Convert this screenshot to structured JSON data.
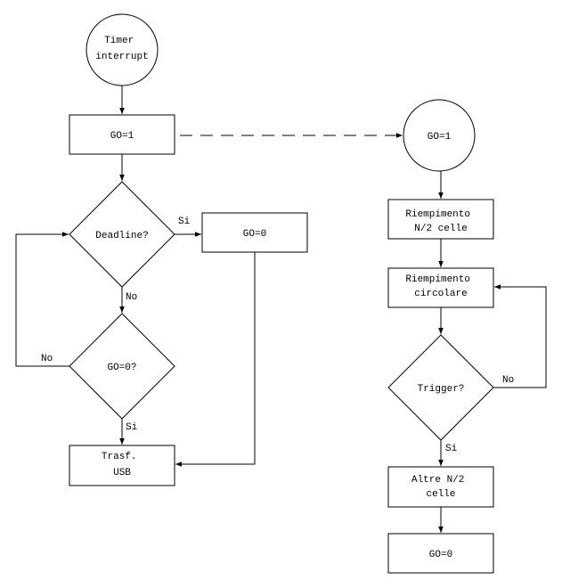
{
  "left_flow": {
    "start": [
      "Timer",
      "interrupt"
    ],
    "set_go": [
      "GO=1"
    ],
    "deadline": [
      "Deadline?"
    ],
    "reset_go": [
      "GO=0"
    ],
    "go_check": [
      "GO=0?"
    ],
    "transfer": [
      "Trasf.",
      "USB"
    ],
    "label_yes_deadline": "Si",
    "label_no_deadline": "No",
    "label_no_go": "No",
    "label_yes_go": "Si"
  },
  "right_flow": {
    "start": [
      "GO=1"
    ],
    "fill_half": [
      "Riempimento",
      "N/2 celle"
    ],
    "fill_circular": [
      "Riempimento",
      "circolare"
    ],
    "trigger": [
      "Trigger?"
    ],
    "other_cells": [
      "Altre N/2",
      "celle"
    ],
    "reset_go": [
      "GO=0"
    ],
    "label_no_trigger": "No",
    "label_yes_trigger": "Si"
  }
}
